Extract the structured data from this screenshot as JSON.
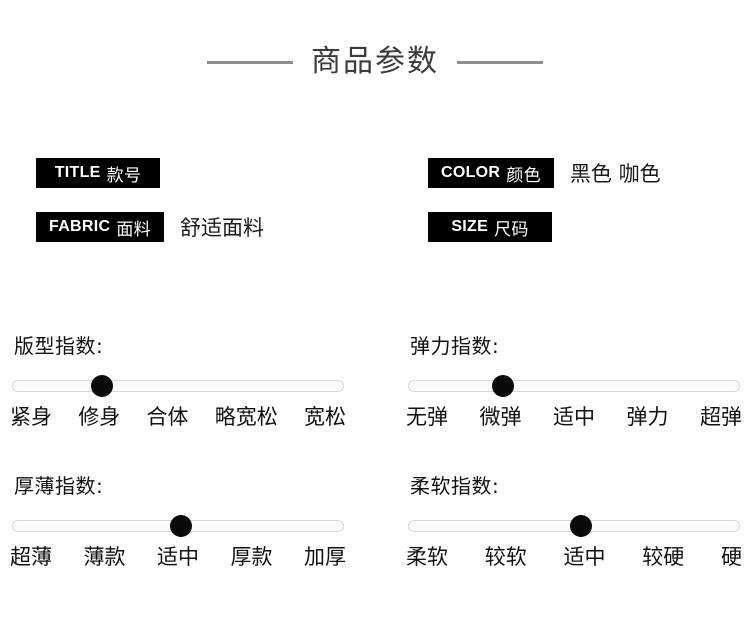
{
  "header": {
    "title": "商品参数",
    "rule_color": "#8e8e8e"
  },
  "specs": {
    "title_tag_en": "TITLE",
    "title_tag_cn": "款号",
    "title_value": "",
    "color_tag_en": "COLOR",
    "color_tag_cn": "颜色",
    "color_value": "黑色 咖色",
    "fabric_tag_en": "FABRIC",
    "fabric_tag_cn": "面料",
    "fabric_value": "舒适面料",
    "size_tag_en": "SIZE",
    "size_tag_cn": "尺码",
    "size_value": ""
  },
  "sliders": [
    {
      "id": "fit",
      "title": "版型指数:",
      "position_percent": 27,
      "selected": "修身",
      "scale": [
        "紧身",
        "修身",
        "合体",
        "略宽松",
        "宽松"
      ]
    },
    {
      "id": "elasticity",
      "title": "弹力指数:",
      "position_percent": 28.5,
      "selected": "微弹",
      "scale": [
        "无弹",
        "微弹",
        "适中",
        "弹力",
        "超弹"
      ]
    },
    {
      "id": "thickness",
      "title": "厚薄指数:",
      "position_percent": 51,
      "selected": "适中",
      "scale": [
        "超薄",
        "薄款",
        "适中",
        "厚款",
        "加厚"
      ]
    },
    {
      "id": "softness",
      "title": "柔软指数:",
      "position_percent": 52,
      "selected": "适中",
      "scale": [
        "柔软",
        "较软",
        "适中",
        "较硬",
        "硬"
      ]
    }
  ]
}
